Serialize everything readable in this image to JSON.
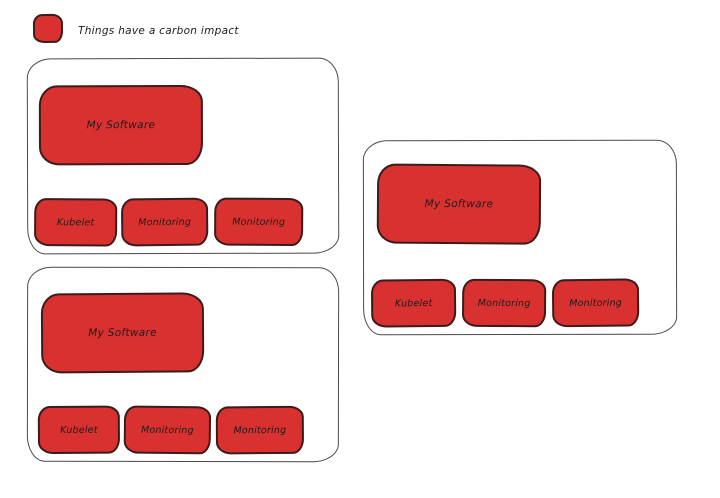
{
  "legend": {
    "label": "Things have a carbon impact",
    "swatch_icon": "red-rounded-square"
  },
  "colors": {
    "carbon_red_fill": "#d93030",
    "box_stroke": "#3b1b1b",
    "node_stroke": "#4a4a4a",
    "text": "#1c1c1c",
    "background": "#ffffff"
  },
  "nodes": [
    {
      "software_label": "My Software",
      "components": [
        "Kubelet",
        "Monitoring",
        "Monitoring"
      ]
    },
    {
      "software_label": "My Software",
      "components": [
        "Kubelet",
        "Monitoring",
        "Monitoring"
      ]
    },
    {
      "software_label": "My Software",
      "components": [
        "Kubelet",
        "Monitoring",
        "Monitoring"
      ]
    }
  ]
}
